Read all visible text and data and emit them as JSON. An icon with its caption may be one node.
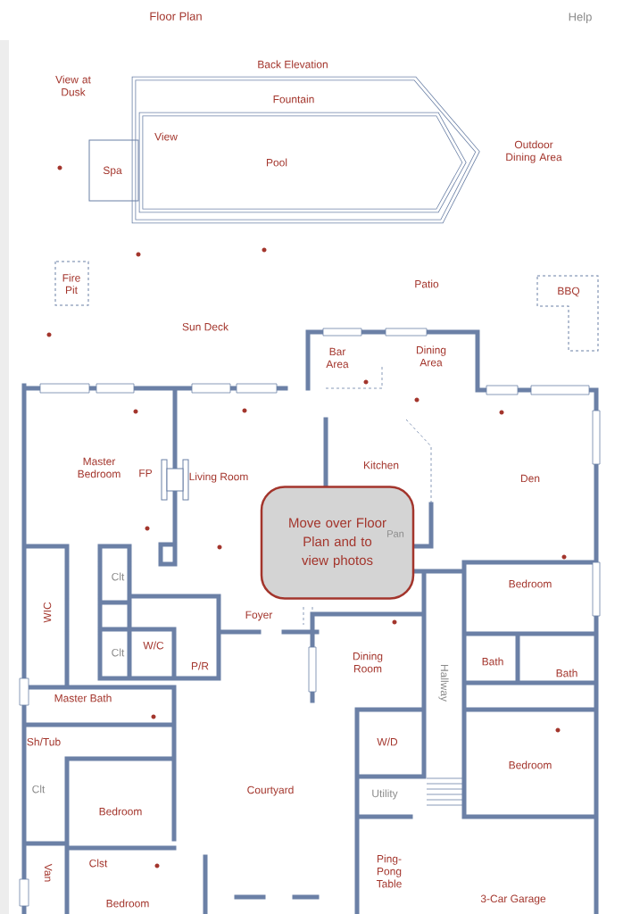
{
  "diagram": {
    "title": "Floor Plan",
    "nodes": [
      {
        "text": [
          "Fountain"
        ]
      },
      {
        "text": [
          "View",
          "Pool"
        ],
        "in": 0
      },
      {
        "text": [
          "Spa"
        ]
      },
      {
        "text": [
          "Fire Pit"
        ]
      },
      {
        "text": [
          "BBQ"
        ]
      },
      {
        "text": [
          "Move over Floor Plan and to view photos"
        ]
      }
    ],
    "labels": [
      "Help",
      "View at Dusk",
      "Back Elevation",
      "Outdoor Dining Area",
      "Patio",
      "Sun Deck",
      "Bar Area",
      "Dining Area",
      "Master Bedroom",
      "FP",
      "Living Room",
      "Kitchen",
      "Den",
      "Pan",
      "Bedroom",
      "Clt",
      "WIC",
      "Foyer",
      "Clt",
      "W/C",
      "P/R",
      "Dining Room",
      "Hallway",
      "Bath",
      "Bath",
      "Master Bath",
      "Sh/Tub",
      "W/D",
      "Bedroom",
      "Clt",
      "Courtyard",
      "Utility",
      "Bedroom",
      "Van",
      "Clst",
      "Ping-Pong Table",
      "Bedroom",
      "3-Car Garage"
    ]
  }
}
